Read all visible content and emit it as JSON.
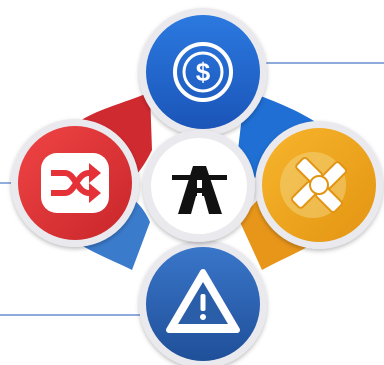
{
  "diagram": {
    "center": {
      "icon": "highway-road-icon"
    },
    "nodes": [
      {
        "id": "top",
        "icon": "dollar-coin-icon",
        "color": "#1c5fc9"
      },
      {
        "id": "left",
        "icon": "shuffle-arrows-icon",
        "color": "#e53238"
      },
      {
        "id": "right",
        "icon": "joined-hands-teamwork-icon",
        "color": "#f2a619"
      },
      {
        "id": "bottom",
        "icon": "warning-triangle-icon",
        "color": "#2f63b0"
      }
    ],
    "colors": {
      "ring": "#e9e9ee",
      "center_fill": "#ffffff",
      "icon_dark": "#111111",
      "connector_line": "#4a78c7"
    }
  }
}
